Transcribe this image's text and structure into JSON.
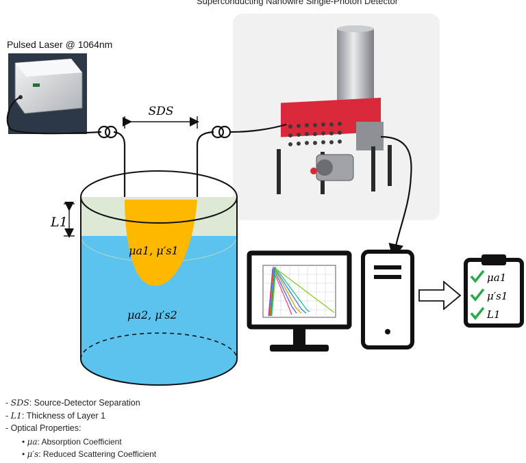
{
  "header": {
    "snspd_title": "Superconducting Nanowire Single-Photon Detector",
    "laser_title": "Pulsed Laser @ 1064nm"
  },
  "diagram": {
    "sds_label": "SDS",
    "l1_label": "L1",
    "layer1_props": "μa1, μ′s1",
    "layer2_props": "μa2, μ′s2"
  },
  "checklist": {
    "items": [
      "μa1",
      "μ′s1",
      "L1"
    ]
  },
  "legend": {
    "sds": {
      "symbol": "SDS",
      "text": ": Source-Detector Separation"
    },
    "l1": {
      "symbol": "L1",
      "text": ": Thickness of Layer 1"
    },
    "optical": "- Optical Properties:",
    "mua": {
      "symbol": "μa",
      "text": ": Absorption Coefficient"
    },
    "mus": {
      "symbol": "μ′s",
      "text": ": Reduced Scattering Coefficient"
    }
  },
  "colors": {
    "layer1": "#dde9d4",
    "layer2": "#5cc3ee",
    "light_path": "#ffb800",
    "detector_red": "#d9283a",
    "panel_bg": "#f1f1f1",
    "check_green": "#2aa84a"
  }
}
